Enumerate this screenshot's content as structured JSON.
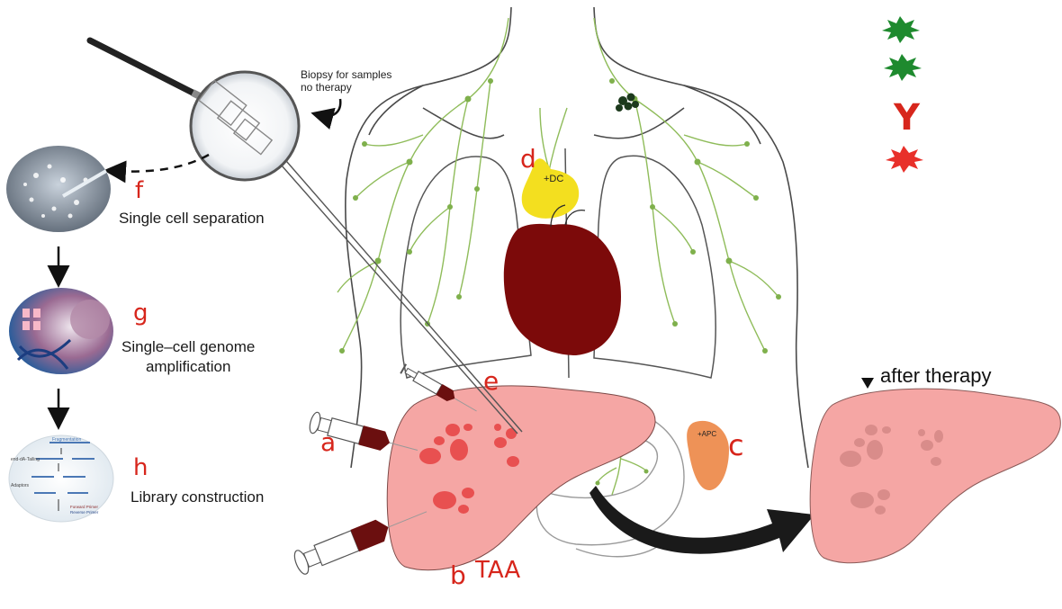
{
  "biopsy_note": [
    "Biopsy for samples",
    "no therapy"
  ],
  "steps": [
    {
      "letter": "f",
      "text": [
        "Single cell separation"
      ]
    },
    {
      "letter": "g",
      "text": [
        "Single–cell genome",
        "amplification"
      ]
    },
    {
      "letter": "h",
      "text": [
        "Library construction"
      ]
    }
  ],
  "labels": {
    "a": "a",
    "b": "b",
    "c": "c",
    "d": "d",
    "e": "e",
    "taa": "TAA",
    "dc": "+DC",
    "apc": "+APC",
    "after_therapy": "after therapy"
  },
  "legend": {
    "antibody_glyph": "Y",
    "items": [
      {
        "icon": "green-burst-icon",
        "color": "#1e8a2e"
      },
      {
        "icon": "green-burst-icon",
        "color": "#1e8a2e"
      },
      {
        "icon": "antibody-icon",
        "color": "#d7261c"
      },
      {
        "icon": "red-burst-icon",
        "color": "#e8302a"
      }
    ]
  },
  "library_thumb": [
    "Fragmentation",
    "end-dA-Tailing",
    "Adaptors",
    "Forward Primer",
    "Reverse Primer"
  ],
  "colors": {
    "accent_red": "#d7261c",
    "lymph_green": "#8fbc5a",
    "liver_pink": "#f5a6a4",
    "heart_red": "#7c0a0a",
    "thymus_yellow": "#f3df1f",
    "spleen_orange": "#ee9257"
  }
}
